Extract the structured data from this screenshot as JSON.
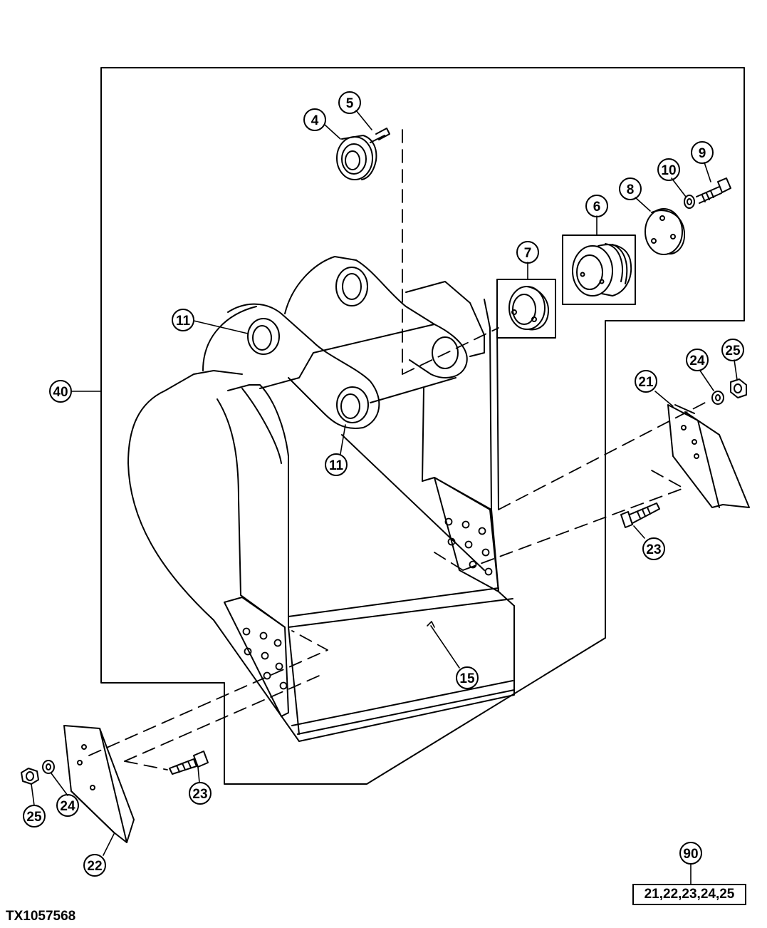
{
  "figure_id": "TX1057568",
  "kit": {
    "callout": "90",
    "contents": "21,22,23,24,25"
  },
  "callouts": {
    "c4": "4",
    "c5": "5",
    "c6": "6",
    "c7": "7",
    "c8": "8",
    "c9": "9",
    "c10": "10",
    "c11a": "11",
    "c11b": "11",
    "c15": "15",
    "c21": "21",
    "c22": "22",
    "c23a": "23",
    "c23b": "23",
    "c24a": "24",
    "c24b": "24",
    "c25a": "25",
    "c25b": "25",
    "c40": "40"
  }
}
